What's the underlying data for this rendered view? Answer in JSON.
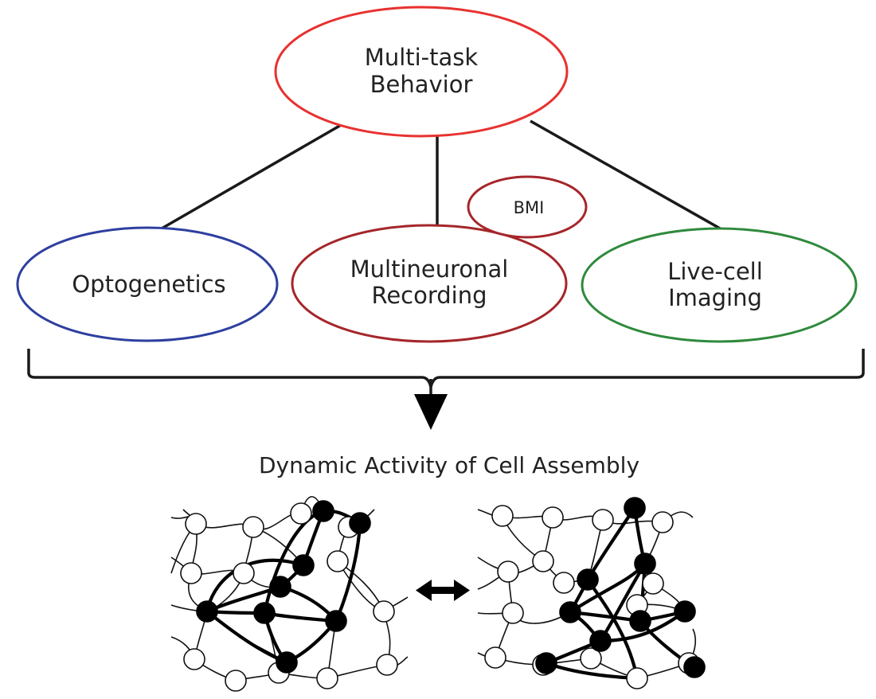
{
  "diagram": {
    "top_node": {
      "line1": "Multi-task",
      "line2": "Behavior",
      "color": "#e8312f"
    },
    "methods": [
      {
        "id": "optogenetics",
        "line1": "Optogenetics",
        "line2": "",
        "color": "#2e3f9f"
      },
      {
        "id": "multineuronal",
        "line1": "Multineuronal",
        "line2": "Recording",
        "color": "#a5262a"
      },
      {
        "id": "livecell",
        "line1": "Live-cell",
        "line2": "Imaging",
        "color": "#2f8a3c"
      }
    ],
    "bmi": {
      "label": "BMI",
      "color": "#a5262a"
    },
    "result": {
      "caption": "Dynamic Activity of Cell Assembly"
    },
    "networks": {
      "left": {
        "state": "assembly-a"
      },
      "right": {
        "state": "assembly-b"
      },
      "transition_icon": "double-arrow-icon"
    }
  }
}
